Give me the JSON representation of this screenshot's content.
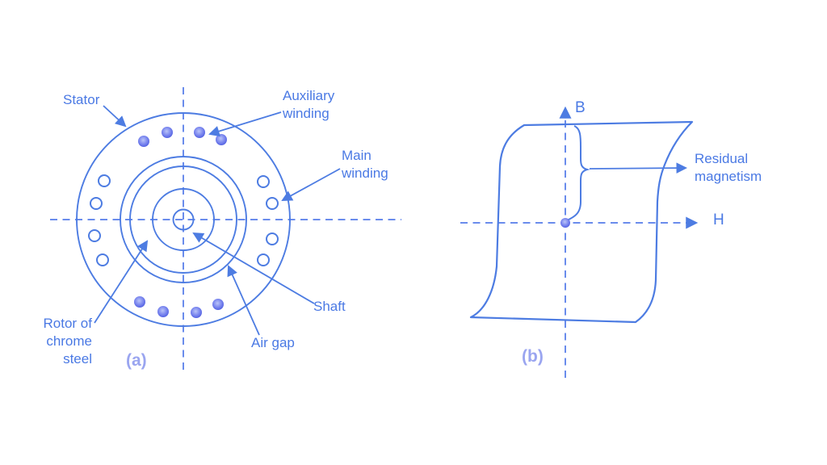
{
  "colors": {
    "line": "#4d7ce2",
    "dash": "#6a8cec",
    "text": "#4a79e4",
    "caption": "#9aa5f0",
    "dot_center": "#bac4f8",
    "dot_edge": "#4d5ce0",
    "bg": "#ffffff"
  },
  "figure_a": {
    "caption": "(a)",
    "labels": {
      "stator": "Stator",
      "auxiliary_winding": "Auxiliary\nwinding",
      "main_winding": "Main\nwinding",
      "shaft": "Shaft",
      "air_gap": "Air gap",
      "rotor": "Rotor of\nchrome\nsteel"
    }
  },
  "figure_b": {
    "caption": "(b)",
    "labels": {
      "b_axis": "B",
      "h_axis": "H",
      "residual_magnetism": "Residual\nmagnetism"
    }
  }
}
